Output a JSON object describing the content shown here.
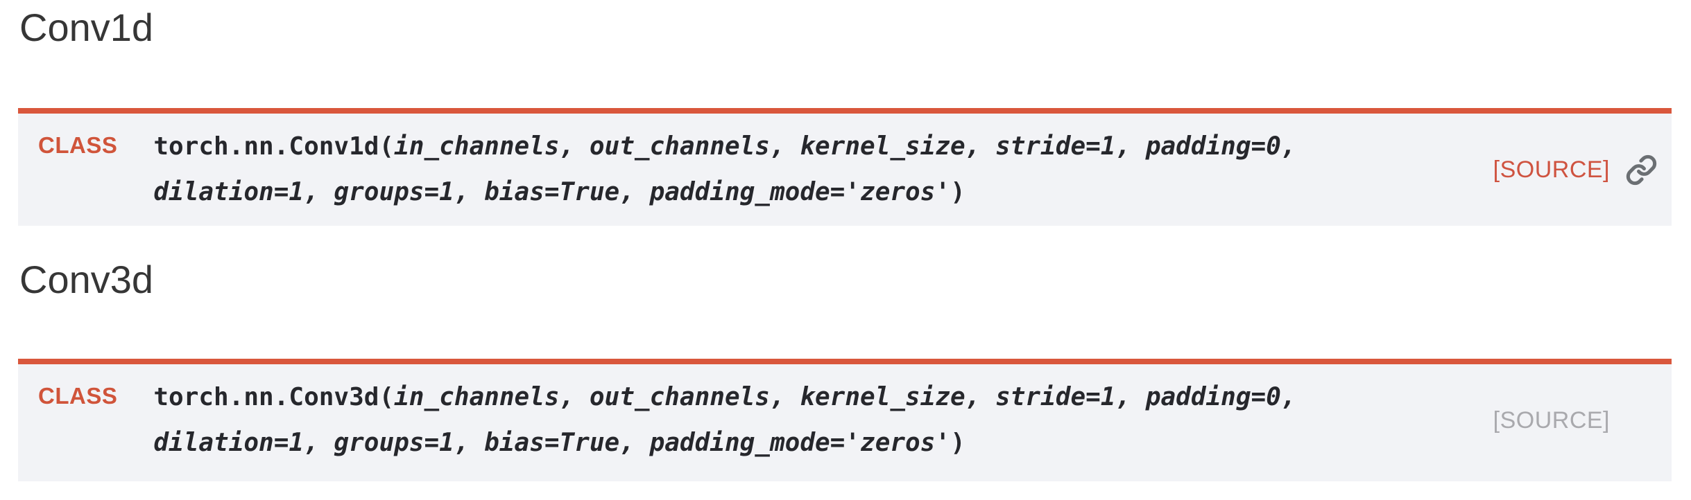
{
  "theme": {
    "accent_orange": "#d9573c",
    "class_label_color": "#d0543a",
    "block_bg": "#f2f3f6",
    "code_color": "#26272c",
    "heading_color": "#363636",
    "source_red": "#cf5340",
    "source_gray": "#a9a9ad",
    "icon_gray": "#6b6f73",
    "page_bg": "#ffffff"
  },
  "icons": {
    "source_permalink": "link-icon"
  },
  "sections": [
    {
      "heading": "Conv1d",
      "class_keyword": "CLASS",
      "signature_prefix": "torch.nn.Conv1d(",
      "signature_line1_params": "in_channels, out_channels, kernel_size, stride=1, padding=0,",
      "signature_line2_params": "dilation=1, groups=1, bias=True, padding_mode='zeros'",
      "signature_close": ")",
      "source_label": "[SOURCE]",
      "source_state": "hovered",
      "show_link_icon": true
    },
    {
      "heading": "Conv3d",
      "class_keyword": "CLASS",
      "signature_prefix": "torch.nn.Conv3d(",
      "signature_line1_params": "in_channels, out_channels, kernel_size, stride=1, padding=0,",
      "signature_line2_params": "dilation=1, groups=1, bias=True, padding_mode='zeros'",
      "signature_close": ")",
      "source_label": "[SOURCE]",
      "source_state": "normal",
      "show_link_icon": false
    }
  ]
}
